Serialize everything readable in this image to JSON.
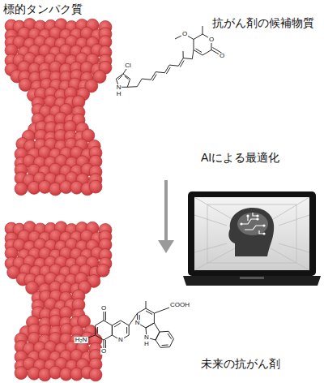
{
  "diagram": {
    "labels": [
      "標的タンパク質",
      "抗がん剤の候補物質",
      "O",
      "O",
      "O",
      "Cl",
      "N",
      "H",
      "AIによる最適化",
      "O",
      "H₂N",
      "O",
      "N",
      "N",
      "COOH",
      "N",
      "H",
      "未来の抗がん剤"
    ]
  }
}
